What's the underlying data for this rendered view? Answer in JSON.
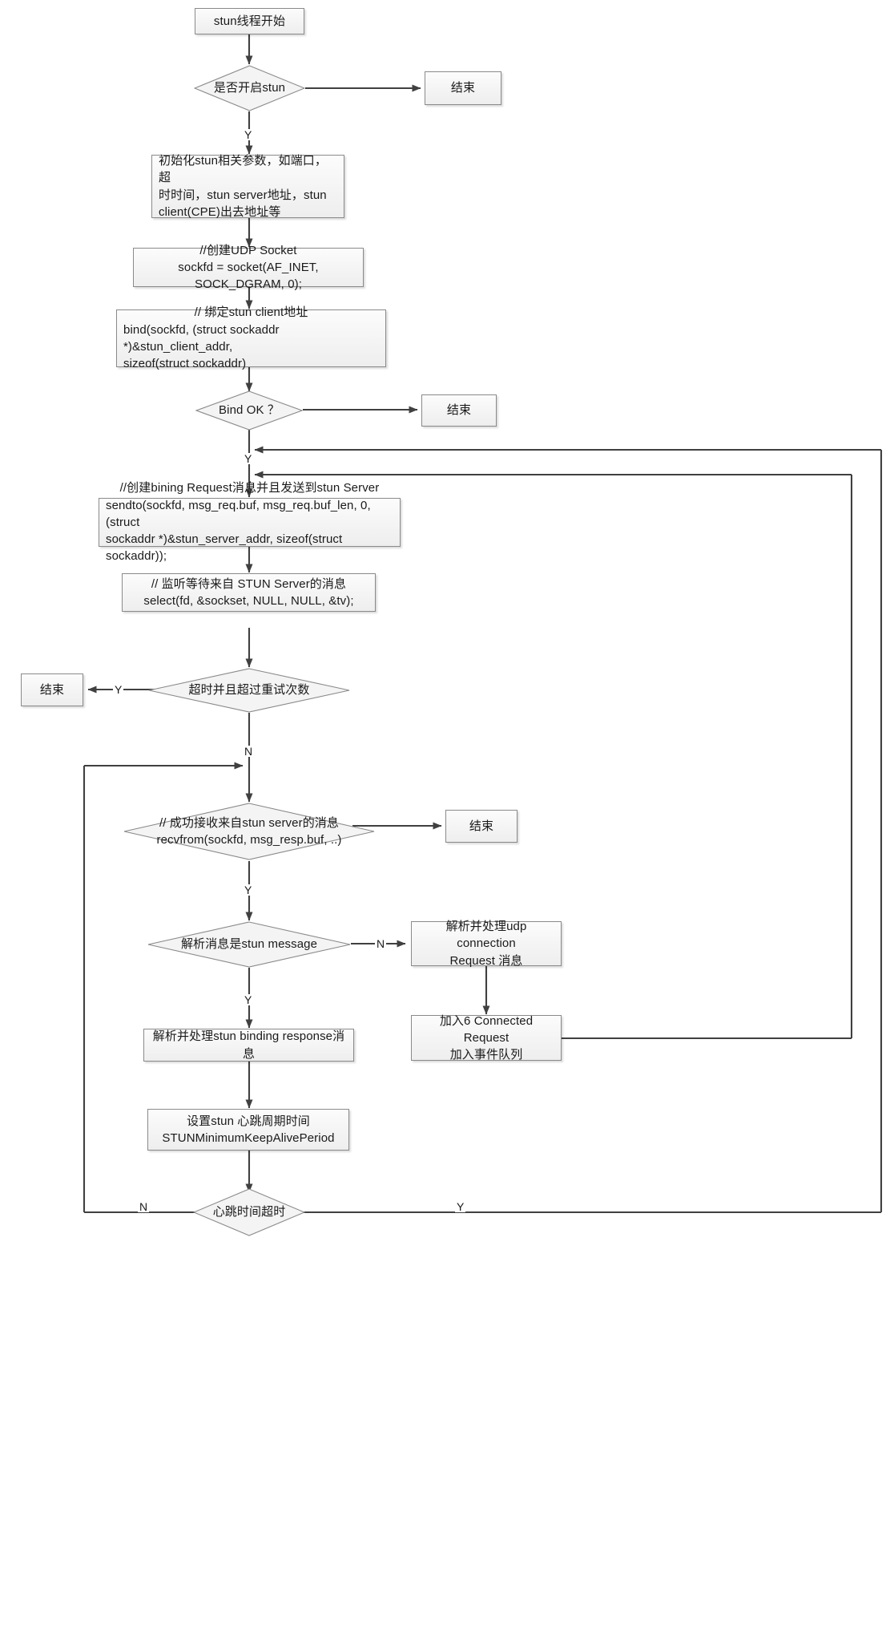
{
  "diagram": {
    "type": "flowchart",
    "title": "stun thread flowchart",
    "theme": {
      "node_fill": "#f4f4f4",
      "node_border": "#8a8a8a",
      "line": "#404040",
      "text": "#1a1a1a"
    }
  },
  "nodes": {
    "start": {
      "shape": "box",
      "label": "stun线程开始"
    },
    "d_enable": {
      "shape": "diamond",
      "label": "是否开启stun"
    },
    "end1": {
      "shape": "box",
      "label": "结束"
    },
    "init": {
      "shape": "box",
      "line1": "初始化stun相关参数，如端口，超",
      "line2": "时时间，stun server地址，stun",
      "line3": "client(CPE)出去地址等"
    },
    "socket": {
      "shape": "box",
      "line1": "//创建UDP Socket",
      "line2": "sockfd = socket(AF_INET, SOCK_DGRAM, 0);"
    },
    "bind": {
      "shape": "box",
      "line1": "// 绑定stun client地址",
      "line2": "bind(sockfd, (struct sockaddr *)&stun_client_addr,",
      "line3": "sizeof(struct sockaddr)"
    },
    "d_bindok": {
      "shape": "diamond",
      "label": "Bind OK ？"
    },
    "end2": {
      "shape": "box",
      "label": "结束"
    },
    "sendreq": {
      "shape": "box",
      "line1": "//创建bining Request消息并且发送到stun Server",
      "line2": "sendto(sockfd, msg_req.buf, msg_req.buf_len, 0, (struct",
      "line3": "sockaddr *)&stun_server_addr, sizeof(struct sockaddr));"
    },
    "select": {
      "shape": "box",
      "line1": "// 监听等待来自 STUN Server的消息",
      "line2": "select(fd, &sockset, NULL, NULL, &tv);"
    },
    "d_timeout": {
      "shape": "diamond",
      "label": "超时并且超过重试次数"
    },
    "end3": {
      "shape": "box",
      "label": "结束"
    },
    "d_recv": {
      "shape": "diamond",
      "line1": "// 成功接收来自stun server的消息",
      "line2": "recvfrom(sockfd, msg_resp.buf, ..)"
    },
    "end4": {
      "shape": "box",
      "label": "结束"
    },
    "d_isstun": {
      "shape": "diamond",
      "label": "解析消息是stun  message"
    },
    "udpconn": {
      "shape": "box",
      "line1": "解析并处理udp connection",
      "line2": "Request 消息"
    },
    "connreq": {
      "shape": "box",
      "line1": "加入6 Connected Request",
      "line2": "加入事件队列"
    },
    "parsebind": {
      "shape": "box",
      "label": "解析并处理stun binding response消息"
    },
    "keepalive": {
      "shape": "box",
      "line1": "设置stun 心跳周期时间",
      "line2": "STUNMinimumKeepAlivePeriod"
    },
    "d_heartbeat": {
      "shape": "diamond",
      "label": "心跳时间超时"
    }
  },
  "edge_labels": {
    "enable_yes": "Y",
    "bindok_yes": "Y",
    "timeout_yes": "Y",
    "timeout_no": "N",
    "recv_yes": "Y",
    "isstun_yes": "Y",
    "isstun_no": "N",
    "heartbeat_no": "N",
    "heartbeat_yes": "Y"
  }
}
